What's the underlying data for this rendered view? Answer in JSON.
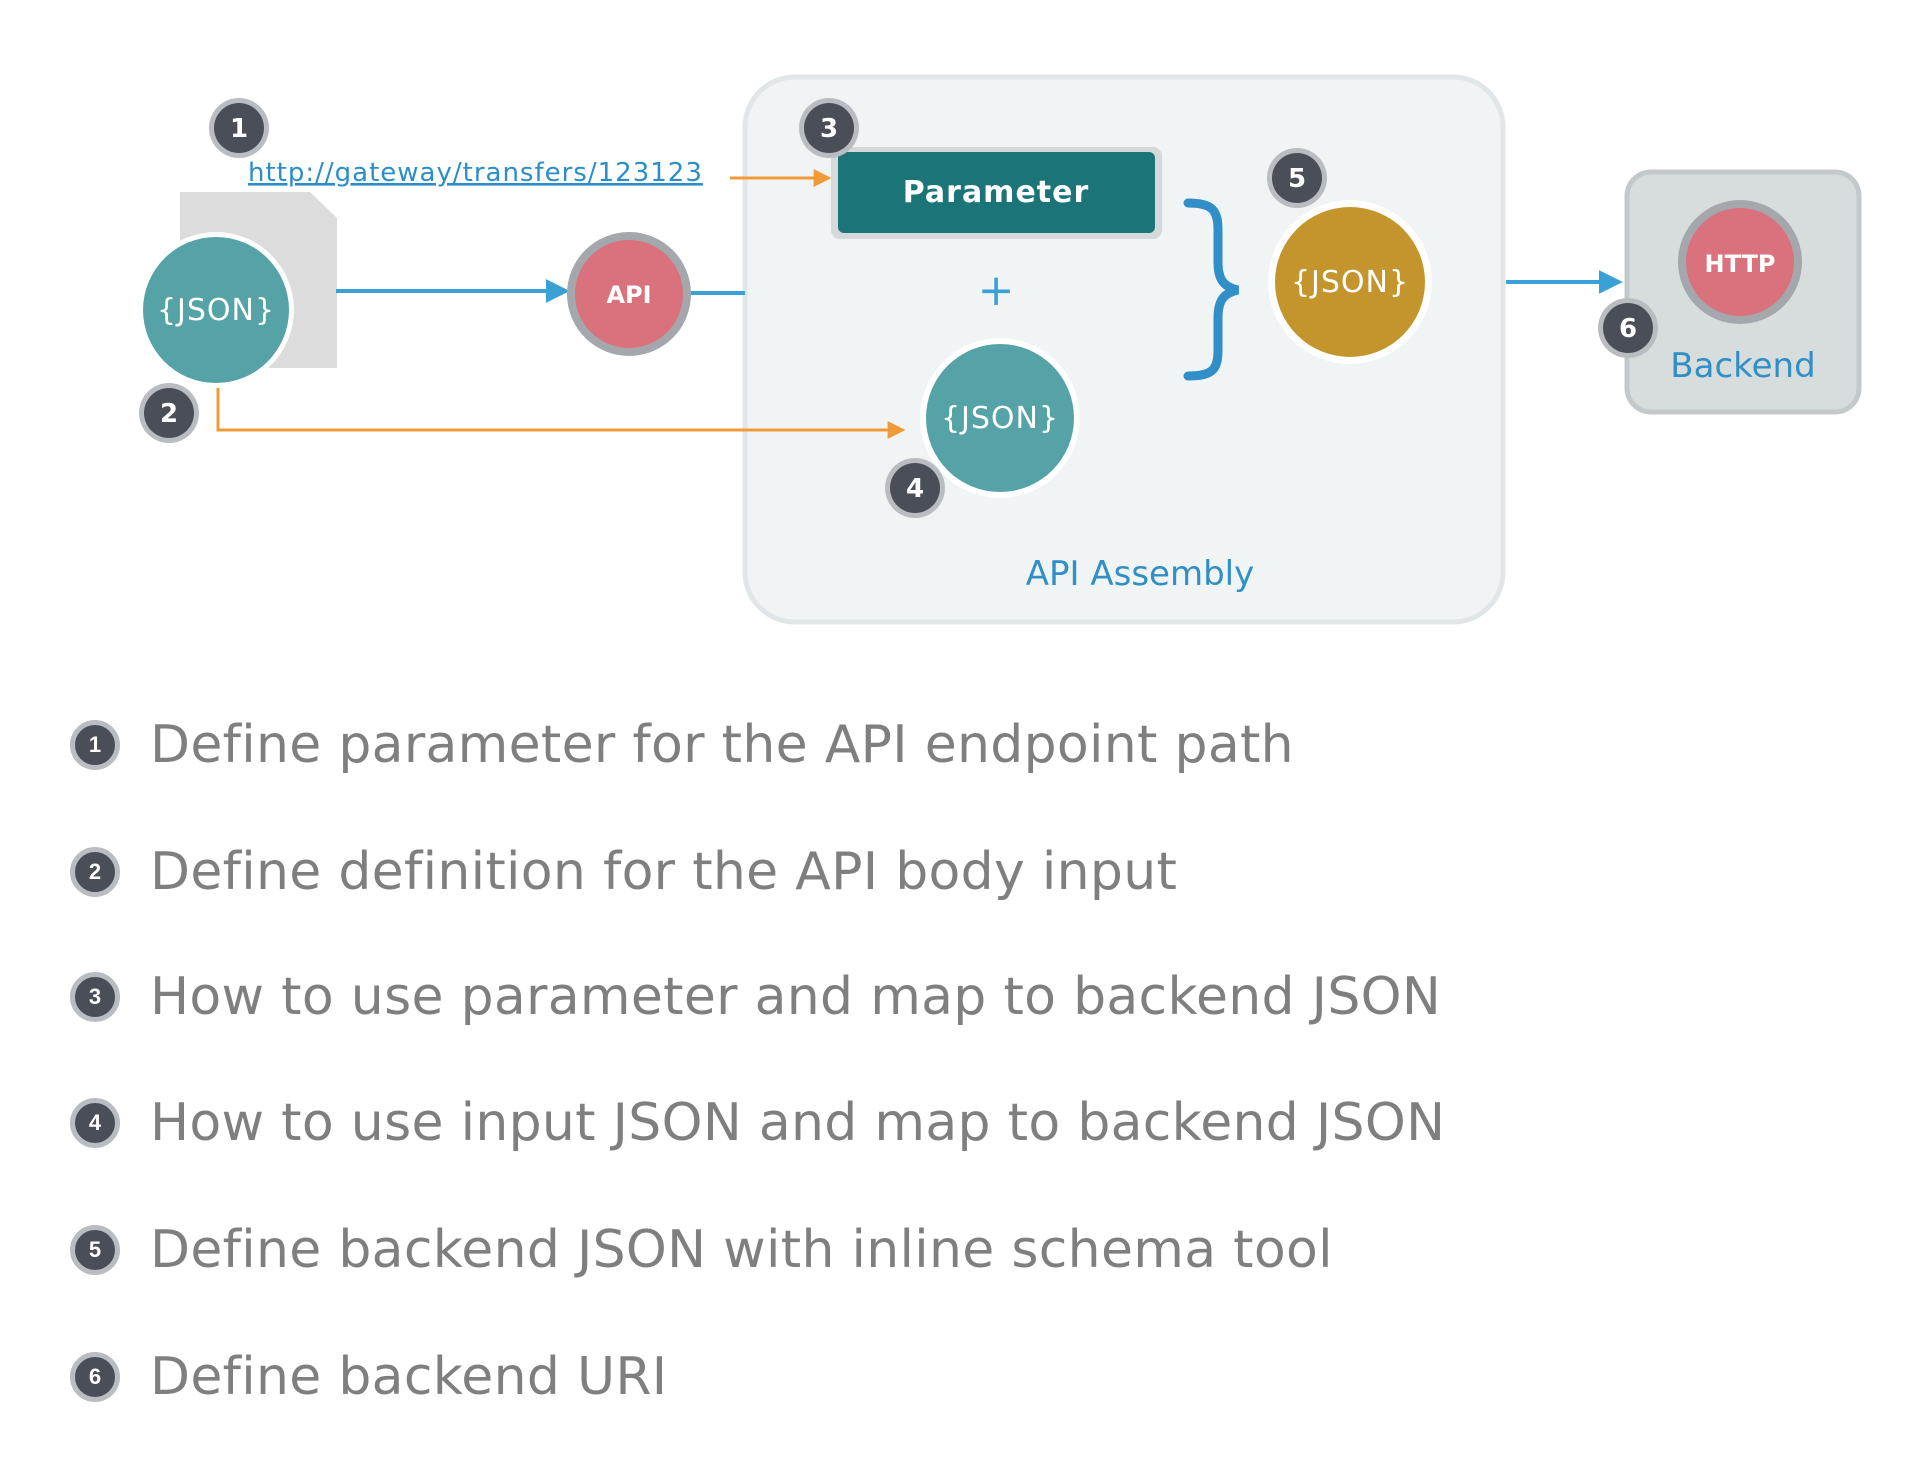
{
  "diagram": {
    "url": "http://gateway/transfers/123123",
    "input_json_label": "{JSON}",
    "api_label": "API",
    "parameter_label": "Parameter",
    "plus": "+",
    "assembly_json_label": "{JSON}",
    "backend_json_label": "{JSON}",
    "assembly_label": "API Assembly",
    "http_label": "HTTP",
    "backend_label": "Backend",
    "badges": [
      "1",
      "2",
      "3",
      "4",
      "5",
      "6"
    ],
    "colors": {
      "teal": "#55a3a6",
      "dark_teal": "#1b7578",
      "api_red": "#d9727c",
      "gold": "#c3952c",
      "blue": "#3aa1d6",
      "orange": "#f29a38",
      "badge": "#4a4f57"
    }
  },
  "legend": [
    {
      "num": "1",
      "text": "Define parameter for the API endpoint path"
    },
    {
      "num": "2",
      "text": "Define definition for the API body input"
    },
    {
      "num": "3",
      "text": "How to use parameter and map to backend JSON"
    },
    {
      "num": "4",
      "text": "How to use input JSON and map to backend JSON"
    },
    {
      "num": "5",
      "text": "Define backend JSON with inline schema tool"
    },
    {
      "num": "6",
      "text": "Define backend URI"
    }
  ]
}
